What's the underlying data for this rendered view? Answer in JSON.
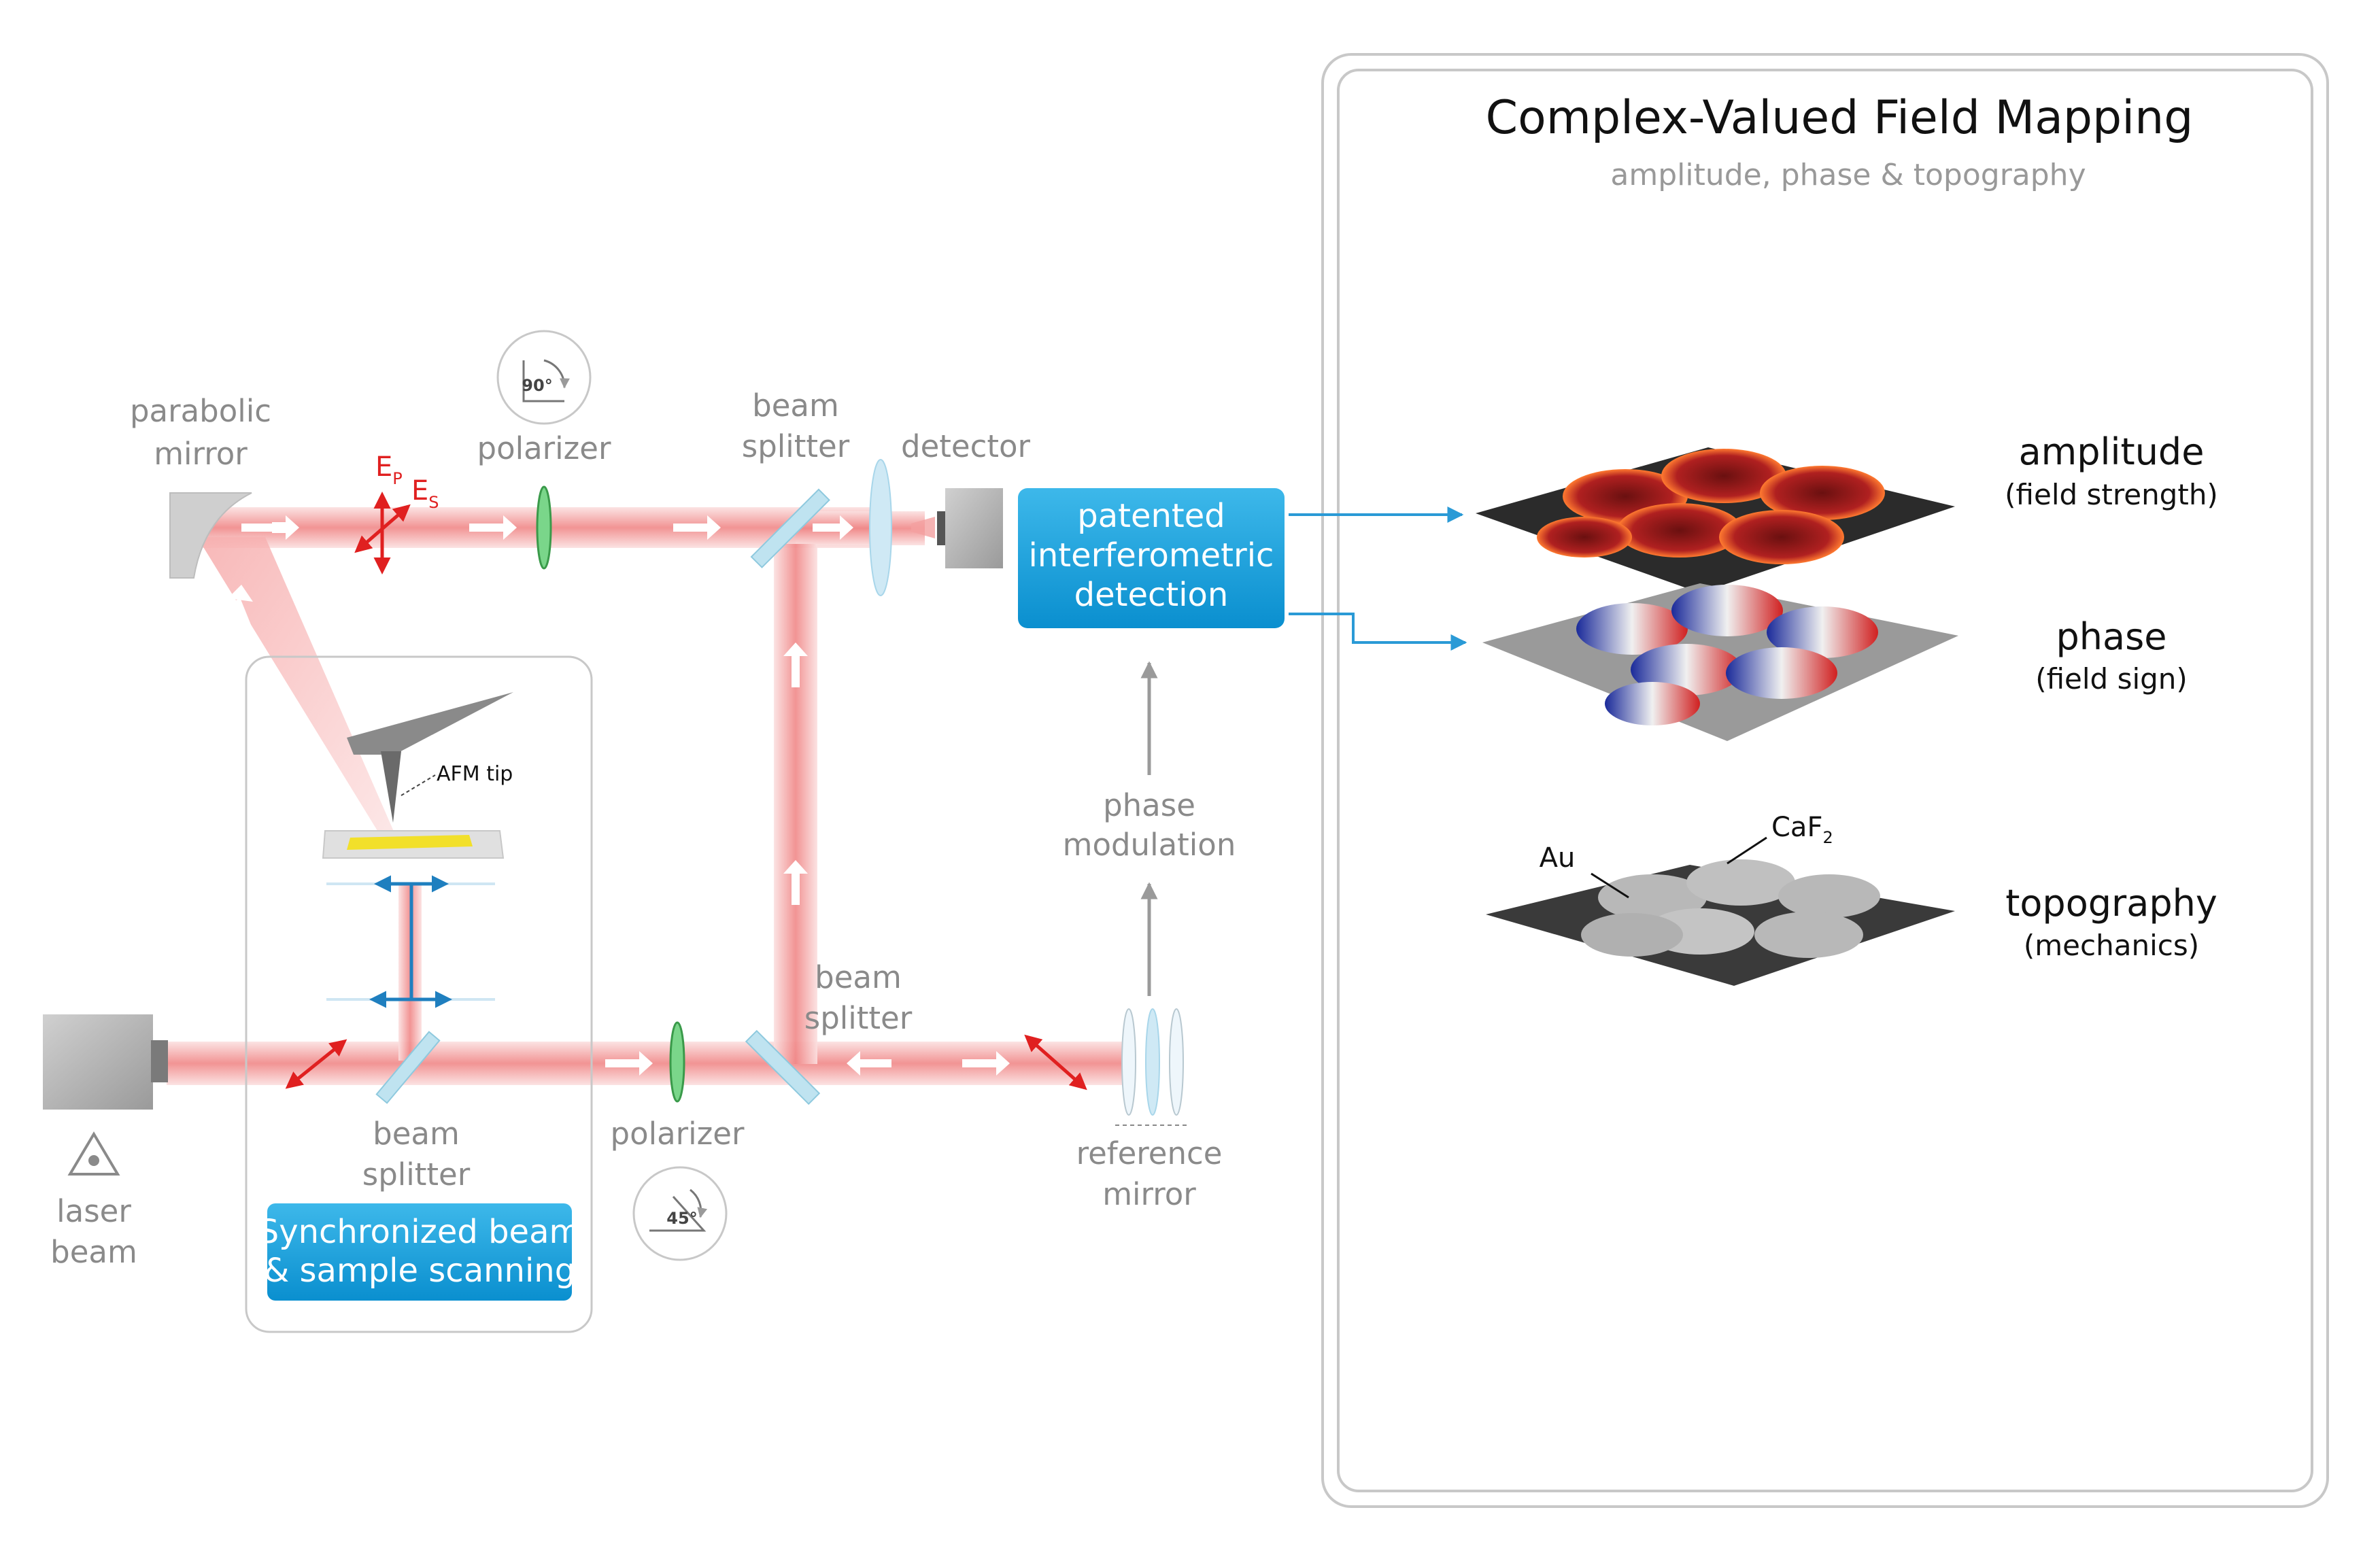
{
  "labels": {
    "parabolic_mirror": [
      "parabolic",
      "mirror"
    ],
    "ep": "E",
    "ep_sub": "P",
    "es": "E",
    "es_sub": "S",
    "polarizer_top": "polarizer",
    "polarizer_top_angle": "90°",
    "beam_splitter_top": [
      "beam",
      "splitter"
    ],
    "detector": "detector",
    "detection_box": [
      "patented",
      "interferometric",
      "detection"
    ],
    "afm_tip": "AFM tip",
    "laser_beam": [
      "laser",
      "beam"
    ],
    "beam_splitter_left": [
      "beam",
      "splitter"
    ],
    "scan_box": [
      "Synchronized beam",
      "& sample scanning"
    ],
    "polarizer_bottom": "polarizer",
    "polarizer_bottom_angle": "45°",
    "beam_splitter_mid": [
      "beam",
      "splitter"
    ],
    "reference_mirror": [
      "reference",
      "mirror"
    ],
    "phase_modulation": [
      "phase",
      "modulation"
    ]
  },
  "panel": {
    "title": "Complex-Valued Field Mapping",
    "subtitle": "amplitude, phase & topography",
    "amplitude": "amplitude",
    "amplitude_sub": "(field strength)",
    "phase": "phase",
    "phase_sub": "(field sign)",
    "topography": "topography",
    "topography_sub": "(mechanics)",
    "au": "Au",
    "caf2": "CaF",
    "caf2_sub": "2"
  },
  "colors": {
    "beam": "#f4a0a0",
    "accent_blue": "#1aa0dc",
    "polarization_red": "#e02020",
    "label_gray": "#8a8a8a"
  }
}
